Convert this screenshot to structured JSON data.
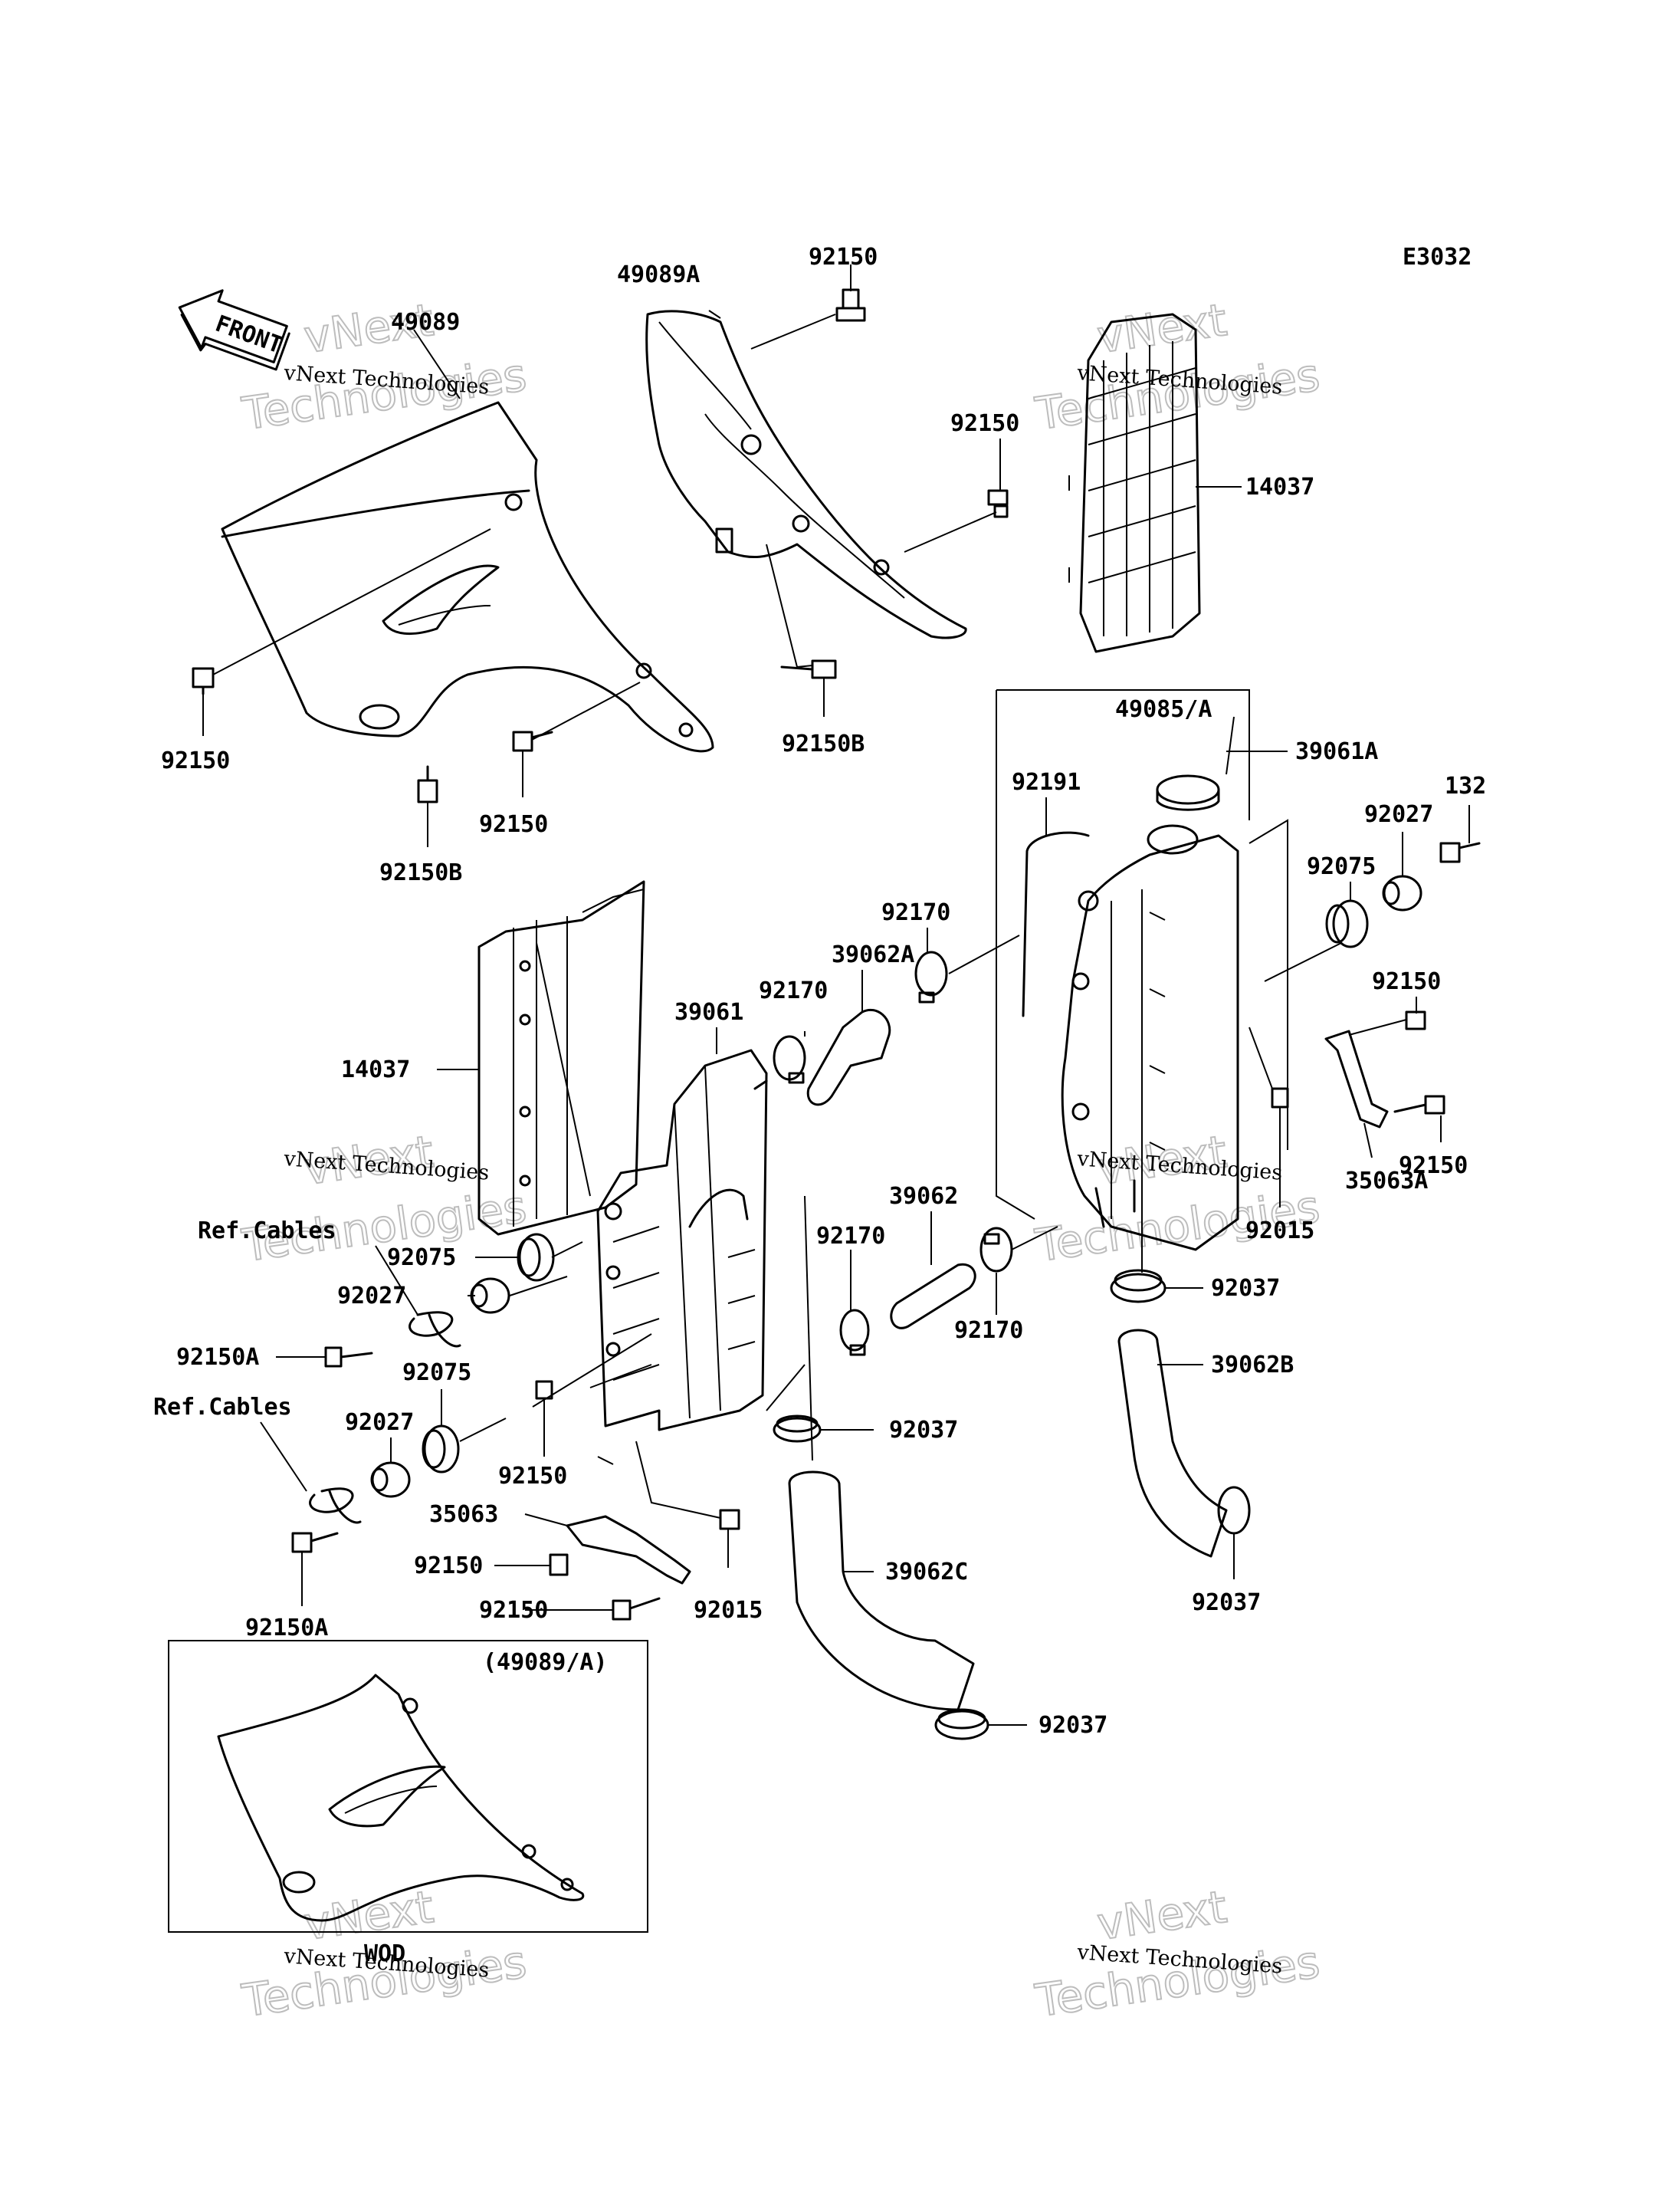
{
  "diagram_code": "E3032",
  "front_label": "FRONT",
  "watermark": {
    "line1": "vNext",
    "line2": "Technologies",
    "caption": "vNext Technologies"
  },
  "inset_title": "(49089/A)",
  "inset_caption": "WOD",
  "ref_cables_label": "Ref.Cables",
  "part_labels": {
    "shroud_left": "49089",
    "shroud_right": "49089A",
    "bolt_top": "92150",
    "bolt_shroud_right": "92150",
    "screen_right": "14037",
    "bolt_shroud_left": "92150",
    "bolt_shroud_lower": "92150",
    "bolt_b_left": "92150B",
    "bolt_b_right": "92150B",
    "cap": "49085/A",
    "radiator_right": "39061A",
    "breather": "92191",
    "bolt_132": "132",
    "damper_right": "92027",
    "grommet_right": "92075",
    "bolt_right_mid": "92150",
    "bolt_right_low": "92150",
    "bracket_right": "35063A",
    "nut_right": "92015",
    "clamp_right_low": "92037",
    "hose_b": "39062B",
    "clamp_b_end": "92037",
    "screen_left": "14037",
    "radiator_left": "39061",
    "pipe_a": "39062A",
    "clamp_a1": "92170",
    "clamp_a2": "92170",
    "hose_39062": "39062",
    "clamp_c1": "92170",
    "clamp_c2": "92170",
    "clamp_left_low": "92037",
    "grommet_left1": "92075",
    "damper_left1": "92027",
    "bolt_a1": "92150A",
    "grommet_left2": "92075",
    "damper_left2": "92027",
    "bolt_left_mid": "92150",
    "bracket_left": "35063",
    "bolt_left_low1": "92150",
    "bolt_left_low2": "92150",
    "nut_left": "92015",
    "hose_c": "39062C",
    "bolt_a2": "92150A",
    "clamp_c_end": "92037"
  }
}
